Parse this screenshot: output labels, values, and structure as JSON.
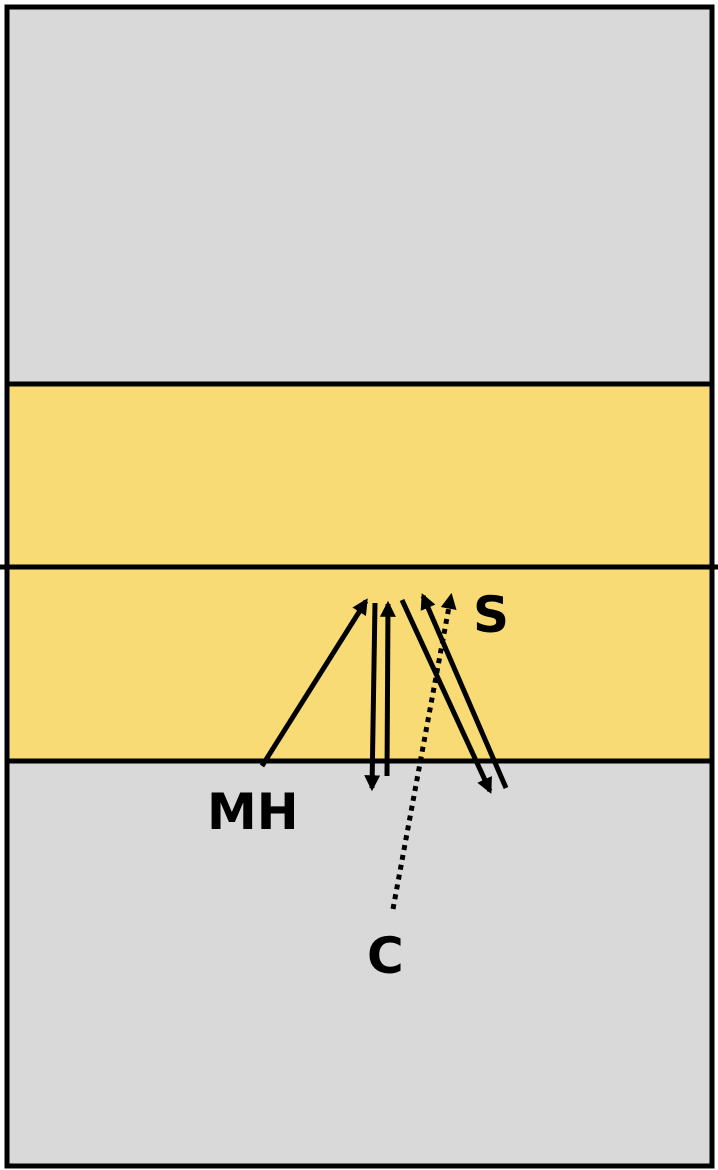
{
  "colors": {
    "court_back": "#d9d9d9",
    "front_zone": "#f9db76",
    "lines": "#000000"
  },
  "players": {
    "middle_hitter": "MH",
    "setter": "S",
    "center": "C"
  }
}
